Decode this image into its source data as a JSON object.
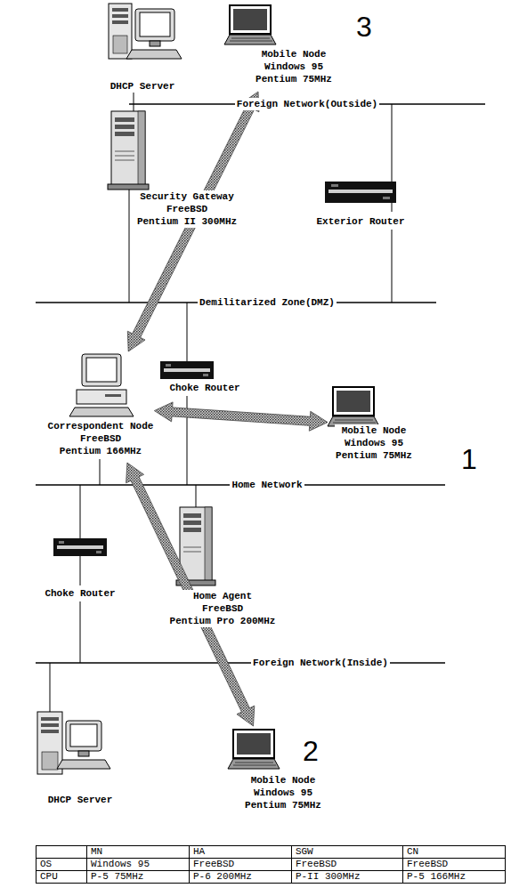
{
  "diagram": {
    "nodes": [
      {
        "text": [
          "DHCP Server"
        ]
      },
      {
        "text": [
          "Mobile Node",
          "Windows 95",
          "Pentium 75MHz"
        ]
      },
      {
        "text": [
          "Security Gateway",
          "FreeBSD",
          "Pentium II 300MHz"
        ]
      },
      {
        "text": [
          "Exterior Router"
        ]
      },
      {
        "text": [
          "Correspondent Node",
          "FreeBSD",
          "Pentium 166MHz"
        ]
      },
      {
        "text": [
          "Choke Router"
        ]
      },
      {
        "text": [
          "Mobile Node",
          "Windows 95",
          "Pentium 75MHz"
        ]
      },
      {
        "text": [
          "Home Agent",
          "FreeBSD",
          "Pentium Pro 200MHz"
        ]
      },
      {
        "text": [
          "Choke Router"
        ]
      },
      {
        "text": [
          "DHCP Server"
        ]
      },
      {
        "text": [
          "Mobile Node",
          "Windows 95",
          "Pentium 75MHz"
        ]
      }
    ],
    "edges": [
      {
        "from": 1,
        "to": 4,
        "arrow": "both"
      },
      {
        "from": 4,
        "to": 6,
        "arrow": "both"
      },
      {
        "from": 10,
        "to": 4,
        "arrow": "both"
      }
    ],
    "labels": [
      "Foreign Network(Outside)",
      "Demilitarized Zone(DMZ)",
      "Home Network",
      "Foreign Network(Inside)",
      "3",
      "1",
      "2",
      "MN",
      "HA",
      "SGW",
      "CN",
      "OS",
      "Windows 95",
      "FreeBSD",
      "FreeBSD",
      "FreeBSD",
      "CPU",
      "P-5 75MHz",
      "P-6 200MHz",
      "P-II 300MHz",
      "P-5 166MHz"
    ]
  }
}
